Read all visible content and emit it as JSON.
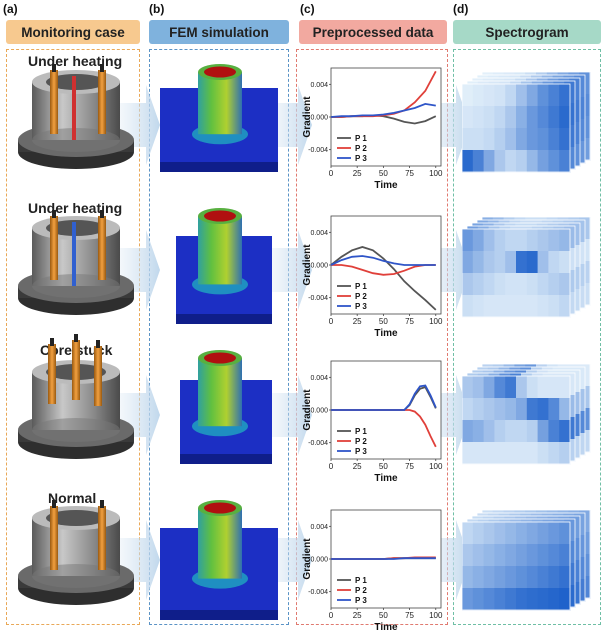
{
  "panels": [
    {
      "letter": "(a)",
      "header": "Monitoring case",
      "color": "#f7c98f",
      "border": "#e9a857"
    },
    {
      "letter": "(b)",
      "header": "FEM simulation",
      "color": "#7fb2dd",
      "border": "#5a93c6"
    },
    {
      "letter": "(c)",
      "header": "Preprocessed data",
      "color": "#f2a9a0",
      "border": "#e07a70"
    },
    {
      "letter": "(d)",
      "header": "Spectrogram",
      "color": "#a6d9c7",
      "border": "#6fbfa5"
    }
  ],
  "cases": [
    {
      "label": "Under heating"
    },
    {
      "label": "Under heating"
    },
    {
      "label": "Core stuck"
    },
    {
      "label": "Normal"
    }
  ],
  "chart_data": [
    {
      "type": "line",
      "xlabel": "Time",
      "ylabel": "Gradient",
      "xlim": [
        0,
        105
      ],
      "ylim": [
        -0.006,
        0.006
      ],
      "xticks": [
        "0",
        "25",
        "50",
        "75",
        "100"
      ],
      "yticks": [
        "0.004",
        "0.000",
        "-0.004"
      ],
      "x": [
        0,
        10,
        20,
        30,
        40,
        50,
        60,
        70,
        80,
        90,
        100
      ],
      "series": [
        {
          "name": "P 1",
          "color": "#555555",
          "values": [
            0.0,
            0.0,
            0.0001,
            0.0001,
            0.0002,
            0.0001,
            -0.0002,
            -0.0006,
            -0.0008,
            -0.0005,
            0.0001
          ]
        },
        {
          "name": "P 2",
          "color": "#e0403a",
          "values": [
            0.0,
            0.0,
            0.0001,
            0.0001,
            0.0001,
            0.0002,
            0.0004,
            0.0008,
            0.0018,
            0.0032,
            0.0056
          ]
        },
        {
          "name": "P 3",
          "color": "#2f55c8",
          "values": [
            0.0,
            0.0001,
            0.0001,
            0.0002,
            0.0002,
            0.0003,
            0.0005,
            0.0008,
            0.0011,
            0.0016,
            0.0014
          ]
        }
      ]
    },
    {
      "type": "line",
      "xlabel": "Time",
      "ylabel": "Gradient",
      "xlim": [
        0,
        105
      ],
      "ylim": [
        -0.006,
        0.006
      ],
      "xticks": [
        "0",
        "25",
        "50",
        "75",
        "100"
      ],
      "yticks": [
        "0.004",
        "0.000",
        "-0.004"
      ],
      "x": [
        0,
        10,
        20,
        30,
        40,
        50,
        60,
        70,
        80,
        90,
        100
      ],
      "series": [
        {
          "name": "P 1",
          "color": "#555555",
          "values": [
            0.0,
            0.001,
            0.0018,
            0.0022,
            0.0018,
            0.0008,
            -0.0005,
            -0.002,
            -0.0032,
            -0.0043,
            -0.0055
          ]
        },
        {
          "name": "P 2",
          "color": "#e0403a",
          "values": [
            0.0,
            0.0,
            -0.0002,
            -0.0006,
            -0.001,
            -0.0012,
            -0.0011,
            -0.0007,
            -0.0002,
            0.0,
            0.0
          ]
        },
        {
          "name": "P 3",
          "color": "#2f55c8",
          "values": [
            0.0,
            0.0006,
            0.001,
            0.0011,
            0.0009,
            0.0005,
            0.0002,
            0.0,
            0.0,
            0.0,
            0.0
          ]
        }
      ]
    },
    {
      "type": "line",
      "xlabel": "Time",
      "ylabel": "Gradient",
      "xlim": [
        0,
        105
      ],
      "ylim": [
        -0.006,
        0.006
      ],
      "xticks": [
        "0",
        "25",
        "50",
        "75",
        "100"
      ],
      "yticks": [
        "0.004",
        "0.000",
        "-0.004"
      ],
      "x": [
        0,
        10,
        20,
        30,
        40,
        50,
        60,
        70,
        75,
        80,
        85,
        90,
        95,
        100
      ],
      "series": [
        {
          "name": "P 1",
          "color": "#555555",
          "values": [
            0.0,
            0.0,
            0.0,
            0.0,
            0.0,
            0.0,
            0.0,
            0.0,
            0.0006,
            0.0018,
            0.0026,
            0.0028,
            0.0016,
            0.0002
          ]
        },
        {
          "name": "P 2",
          "color": "#e0403a",
          "values": [
            0.0,
            0.0,
            0.0,
            0.0,
            0.0,
            0.0,
            0.0,
            0.0,
            0.0,
            -0.0002,
            -0.0008,
            -0.0018,
            -0.0032,
            -0.0045
          ]
        },
        {
          "name": "P 3",
          "color": "#2f55c8",
          "values": [
            0.0,
            0.0,
            0.0,
            0.0,
            0.0,
            0.0,
            0.0,
            0.0,
            0.0007,
            0.002,
            0.0029,
            0.003,
            0.0018,
            0.0003
          ]
        }
      ]
    },
    {
      "type": "line",
      "xlabel": "Time",
      "ylabel": "Gradient",
      "xlim": [
        0,
        105
      ],
      "ylim": [
        -0.006,
        0.006
      ],
      "xticks": [
        "0",
        "25",
        "50",
        "75",
        "100"
      ],
      "yticks": [
        "0.004",
        "0.000",
        "-0.004"
      ],
      "x": [
        0,
        10,
        20,
        30,
        40,
        50,
        60,
        70,
        80,
        90,
        100
      ],
      "series": [
        {
          "name": "P 1",
          "color": "#555555",
          "values": [
            0.0,
            0.0,
            0.0,
            0.0,
            0.0,
            0.0,
            0.0001,
            0.0001,
            0.0001,
            0.0001,
            0.0001
          ]
        },
        {
          "name": "P 2",
          "color": "#e0403a",
          "values": [
            0.0,
            0.0,
            0.0,
            0.0,
            0.0,
            0.0,
            0.0001,
            0.0001,
            0.0002,
            0.0002,
            0.0002
          ]
        },
        {
          "name": "P 3",
          "color": "#2f55c8",
          "values": [
            0.0,
            0.0,
            0.0,
            0.0,
            0.0,
            0.0,
            0.0,
            0.0001,
            0.0001,
            0.0001,
            0.0001
          ]
        }
      ]
    }
  ],
  "spectrograms": [
    {
      "rows": [
        [
          0.05,
          0.08,
          0.1,
          0.12,
          0.2,
          0.35,
          0.5,
          0.65,
          0.75,
          0.85
        ],
        [
          0.1,
          0.12,
          0.15,
          0.2,
          0.3,
          0.45,
          0.6,
          0.7,
          0.8,
          0.9
        ],
        [
          0.15,
          0.15,
          0.18,
          0.25,
          0.35,
          0.5,
          0.6,
          0.65,
          0.75,
          0.85
        ],
        [
          0.9,
          0.75,
          0.5,
          0.3,
          0.2,
          0.25,
          0.4,
          0.55,
          0.65,
          0.75
        ]
      ]
    },
    {
      "rows": [
        [
          0.6,
          0.5,
          0.35,
          0.25,
          0.2,
          0.2,
          0.25,
          0.3,
          0.35,
          0.4
        ],
        [
          0.5,
          0.4,
          0.3,
          0.25,
          0.35,
          0.85,
          0.9,
          0.35,
          0.2,
          0.15
        ],
        [
          0.3,
          0.25,
          0.2,
          0.15,
          0.12,
          0.12,
          0.15,
          0.2,
          0.25,
          0.3
        ],
        [
          0.15,
          0.12,
          0.1,
          0.1,
          0.1,
          0.1,
          0.1,
          0.12,
          0.15,
          0.2
        ]
      ]
    },
    {
      "rows": [
        [
          0.3,
          0.35,
          0.5,
          0.7,
          0.8,
          0.3,
          0.15,
          0.1,
          0.1,
          0.1
        ],
        [
          0.2,
          0.25,
          0.3,
          0.35,
          0.4,
          0.5,
          0.8,
          0.85,
          0.7,
          0.4
        ],
        [
          0.5,
          0.45,
          0.35,
          0.25,
          0.2,
          0.2,
          0.25,
          0.55,
          0.75,
          0.85
        ],
        [
          0.1,
          0.1,
          0.1,
          0.1,
          0.1,
          0.1,
          0.1,
          0.15,
          0.2,
          0.25
        ]
      ]
    },
    {
      "rows": [
        [
          0.2,
          0.25,
          0.3,
          0.35,
          0.4,
          0.45,
          0.5,
          0.55,
          0.6,
          0.65
        ],
        [
          0.3,
          0.35,
          0.4,
          0.45,
          0.5,
          0.55,
          0.6,
          0.65,
          0.7,
          0.75
        ],
        [
          0.4,
          0.45,
          0.5,
          0.55,
          0.6,
          0.65,
          0.7,
          0.75,
          0.8,
          0.85
        ],
        [
          0.6,
          0.65,
          0.7,
          0.75,
          0.8,
          0.85,
          0.88,
          0.9,
          0.92,
          0.95
        ]
      ]
    }
  ]
}
